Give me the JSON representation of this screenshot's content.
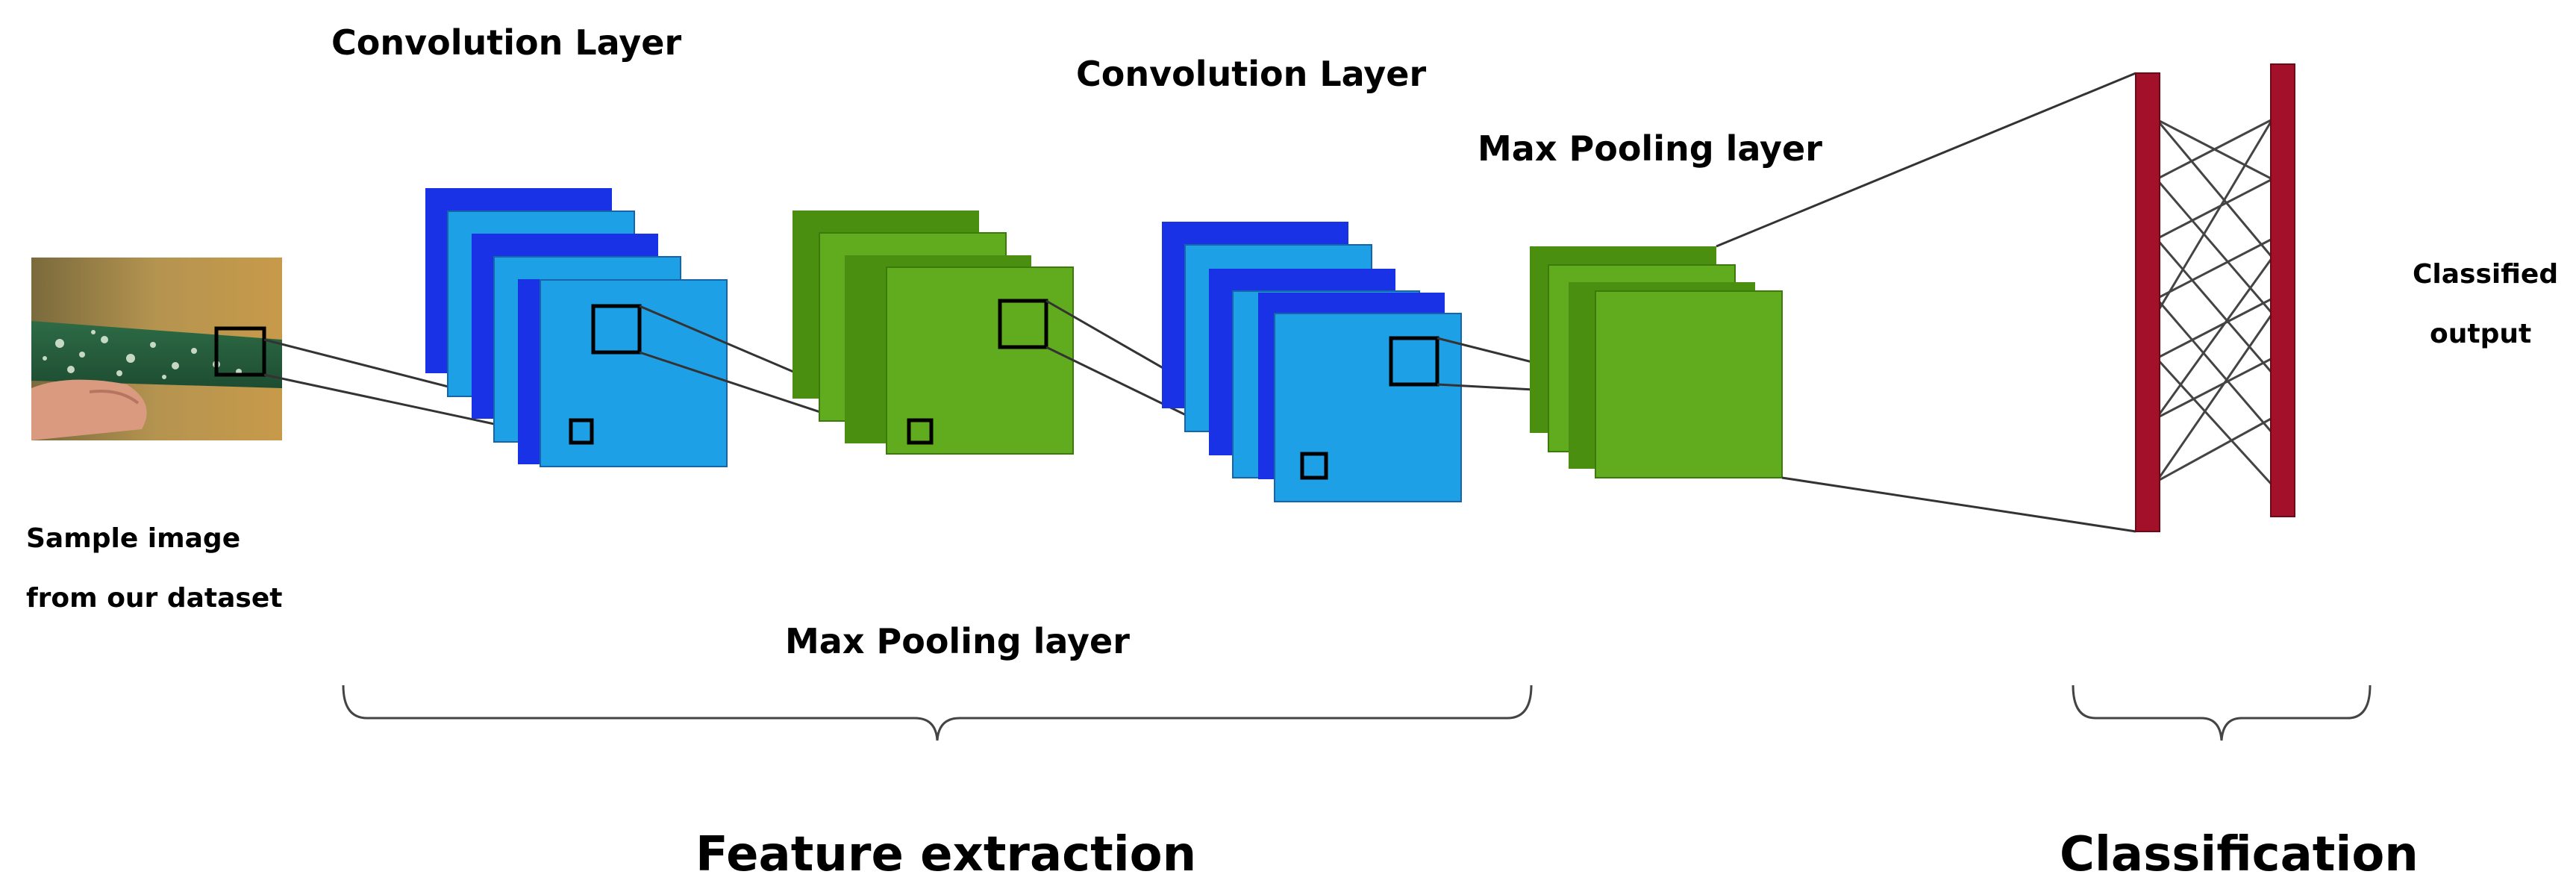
{
  "labels": {
    "conv1": "Convolution Layer",
    "conv2": "Convolution Layer",
    "maxpool_top": "Max Pooling layer",
    "maxpool_bottom": "Max Pooling layer",
    "sample_line1": "Sample image",
    "sample_line2": "from our dataset",
    "classified_line1": "Classified",
    "classified_line2": "output",
    "feature_extraction": "Feature extraction",
    "classification": "Classification"
  },
  "colors": {
    "blue_dark": "#1932e6",
    "blue_light": "#1ea0e6",
    "green_dark": "#4a8f10",
    "green_light": "#60ac1e",
    "dense_bar": "#a3102a",
    "line": "#333333",
    "brace": "#444444"
  },
  "icons": {
    "sample_image": "leaf-photo-icon"
  }
}
